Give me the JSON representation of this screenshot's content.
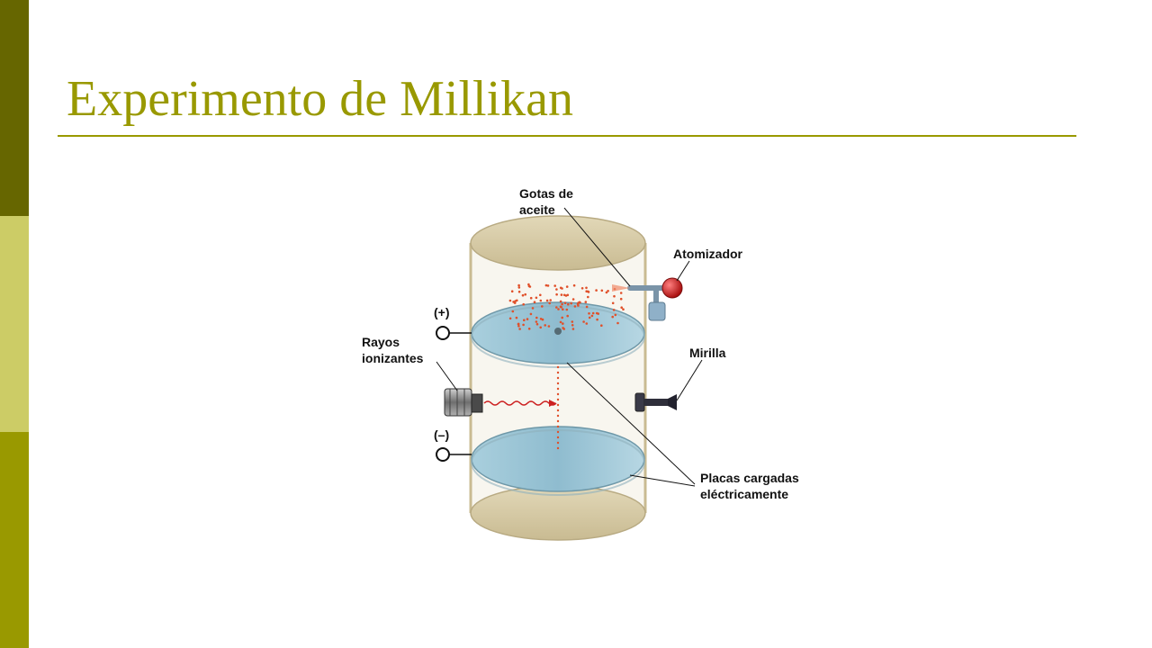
{
  "slide": {
    "title": "Experimento de Millikan"
  },
  "diagram": {
    "labels": {
      "gotas_line1": "Gotas de",
      "gotas_line2": "aceite",
      "atomizador": "Atomizador",
      "positive": "(+)",
      "rayos_line1": "Rayos",
      "rayos_line2": "ionizantes",
      "mirilla": "Mirilla",
      "negative": "(–)",
      "placas_line1": "Placas cargadas",
      "placas_line2": "eléctricamente"
    },
    "colors": {
      "title": "#999900",
      "bar_dark": "#666600",
      "bar_light": "#cccc66",
      "bar_mid": "#999900",
      "cylinder_cap": "#d6caa6",
      "plate": "#9fc6d6",
      "droplet": "#e0502a",
      "atomizer_bulb": "#cc2222"
    }
  }
}
